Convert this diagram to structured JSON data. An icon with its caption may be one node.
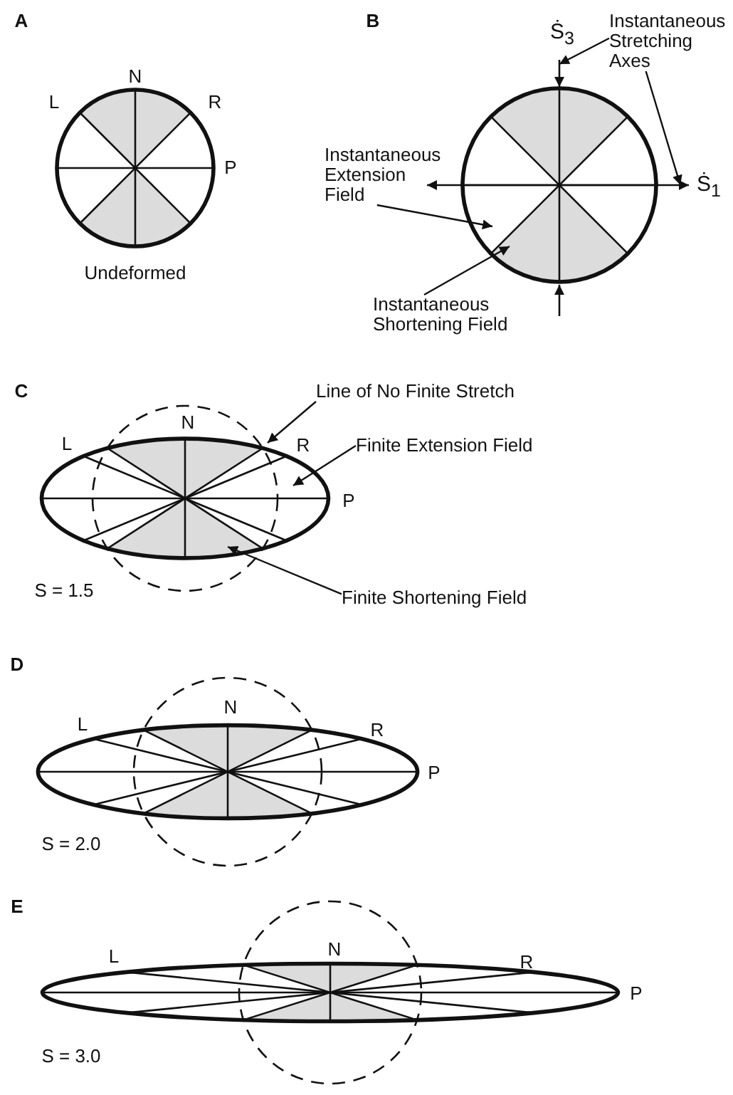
{
  "diagram": {
    "nodes": [
      {
        "text": [
          "Instantaneous Stretching Axes"
        ]
      },
      {
        "text": [
          "Instantaneous Extension Field"
        ]
      },
      {
        "text": [
          "Instantaneous Shortening Field"
        ]
      },
      {
        "text": [
          "Line of No Finite Stretch"
        ]
      },
      {
        "text": [
          "Finite Extension Field"
        ]
      },
      {
        "text": [
          "Finite Shortening Field"
        ]
      },
      {
        "text": [],
        "shape": "arrow"
      },
      {
        "text": [],
        "shape": "arrow"
      },
      {
        "text": [],
        "shape": "circle"
      }
    ],
    "edges": [
      {
        "from": 0,
        "to": 6,
        "arrow": "to"
      },
      {
        "from": 0,
        "to": 7,
        "arrow": "to"
      },
      {
        "from": 1,
        "to": 8,
        "arrow": "to"
      },
      {
        "from": 2,
        "to": 8,
        "arrow": "to"
      },
      {
        "from": 3,
        "to": null,
        "arrow": "to"
      },
      {
        "from": 4,
        "to": null,
        "arrow": "to"
      },
      {
        "from": 5,
        "to": null,
        "arrow": "to"
      }
    ],
    "labels": [
      "A",
      "N",
      "L",
      "R",
      "P",
      "Undeformed",
      "B",
      "Ṡ$_{3}$",
      "Ṡ$_{1}$",
      "C",
      "N",
      "L",
      "R",
      "P",
      "S = 1.5",
      "D",
      "N",
      "L",
      "R",
      "P",
      "S = 2.0",
      "E",
      "N",
      "L",
      "R",
      "P",
      "S = 3.0"
    ]
  }
}
